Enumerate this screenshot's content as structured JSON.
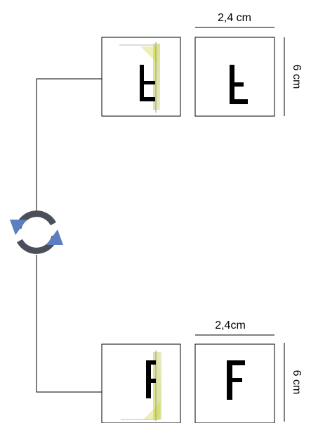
{
  "top_pair": {
    "width_label": "2,4 cm",
    "height_label": "6 cm"
  },
  "bottom_pair": {
    "width_label": "2,4cm",
    "height_label": "6 cm"
  },
  "icons": {
    "rotate": "refresh-icon"
  },
  "colors": {
    "line": "#000000",
    "tile_border": "#000000",
    "rotate_arrow": "#5b7fc0",
    "rotate_arrow_dark": "#4a4f5a",
    "glow_yellow": "#c9d530"
  }
}
